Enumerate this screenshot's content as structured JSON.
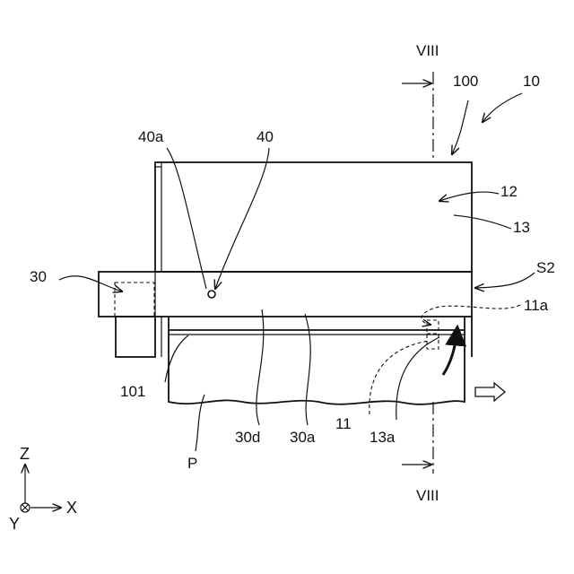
{
  "labels": {
    "l100": "100",
    "l10": "10",
    "l12": "12",
    "l13": "13",
    "l30": "30",
    "l40": "40",
    "l40a": "40a",
    "lS2": "S2",
    "l11a": "11a",
    "l101": "101",
    "lP": "P",
    "l30d": "30d",
    "l30a": "30a",
    "l11": "11",
    "l13a": "13a",
    "section_top": "VIII",
    "section_bottom": "VIII"
  },
  "axes": {
    "z": "Z",
    "x": "X",
    "y": "Y"
  }
}
